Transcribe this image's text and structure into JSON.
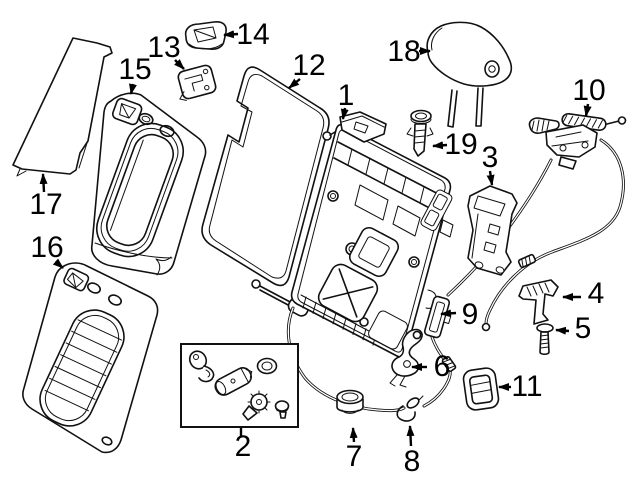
{
  "figure": {
    "background_color": "#ffffff",
    "line_color": "#111111",
    "label_color": "#000000"
  },
  "callouts": [
    {
      "number": "1",
      "part": "seat-back-frame"
    },
    {
      "number": "2",
      "part": "hardware-kit-box"
    },
    {
      "number": "3",
      "part": "latch-striker-housing"
    },
    {
      "number": "4",
      "part": "corner-bracket"
    },
    {
      "number": "5",
      "part": "bolt"
    },
    {
      "number": "6",
      "part": "release-lever"
    },
    {
      "number": "7",
      "part": "grommet"
    },
    {
      "number": "8",
      "part": "cable-end-hook"
    },
    {
      "number": "9",
      "part": "cable-guide-slide"
    },
    {
      "number": "10",
      "part": "lock-actuator-with-cables"
    },
    {
      "number": "11",
      "part": "guide-bezel"
    },
    {
      "number": "12",
      "part": "seat-back-panel"
    },
    {
      "number": "13",
      "part": "mounting-bracket"
    },
    {
      "number": "14",
      "part": "cover-cap"
    },
    {
      "number": "15",
      "part": "upper-seat-back-cushion"
    },
    {
      "number": "16",
      "part": "lower-seat-back-cushion"
    },
    {
      "number": "17",
      "part": "side-trim-panel"
    },
    {
      "number": "18",
      "part": "headrest"
    },
    {
      "number": "19",
      "part": "headrest-guide-sleeve"
    }
  ]
}
